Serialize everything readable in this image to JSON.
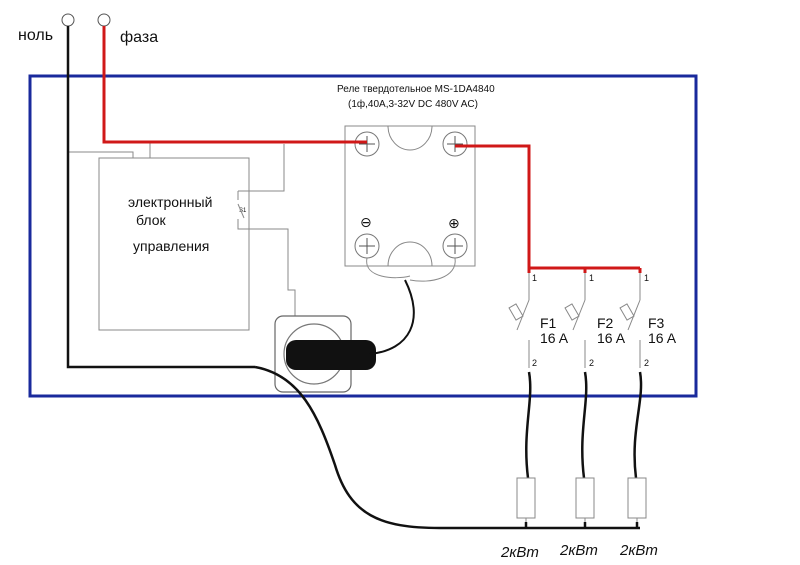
{
  "terminals": {
    "neutral_label": "ноль",
    "phase_label": "фаза"
  },
  "relay": {
    "title_line1": "Реле твердотельное MS-1DA4840",
    "title_line2": "(1ф,40А,3-32V DC 480V AC)",
    "minus_symbol": "⊖",
    "plus_symbol": "⊕"
  },
  "control_block": {
    "line1": "электронный",
    "line2": "блок",
    "line3": "управления",
    "switch_label": "S1"
  },
  "breakers": [
    {
      "name": "F1",
      "rating": "16 A",
      "pin_in": "1",
      "pin_out": "2"
    },
    {
      "name": "F2",
      "rating": "16 A",
      "pin_in": "1",
      "pin_out": "2"
    },
    {
      "name": "F3",
      "rating": "16 A",
      "pin_in": "1",
      "pin_out": "2"
    }
  ],
  "loads": [
    {
      "label": "2кВт"
    },
    {
      "label": "2кВт"
    },
    {
      "label": "2кВт"
    }
  ],
  "colors": {
    "enclosure": "#1a2a9c",
    "phase_wire": "#d01818",
    "neutral_wire": "#111111",
    "thin_wire": "#8a8a8a"
  }
}
